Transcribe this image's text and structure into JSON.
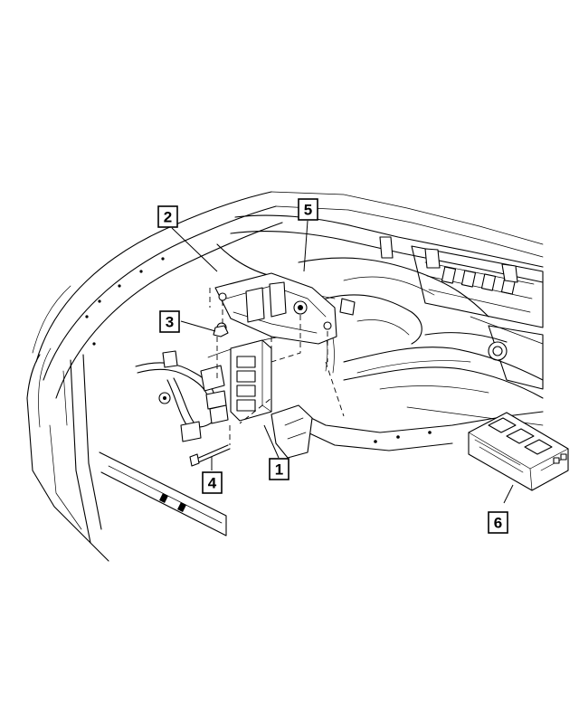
{
  "diagram": {
    "type": "exploded-parts-view",
    "callouts": [
      {
        "id": "1",
        "label": "1"
      },
      {
        "id": "2",
        "label": "2"
      },
      {
        "id": "3",
        "label": "3"
      },
      {
        "id": "4",
        "label": "4"
      },
      {
        "id": "5",
        "label": "5"
      },
      {
        "id": "6",
        "label": "6"
      }
    ]
  }
}
